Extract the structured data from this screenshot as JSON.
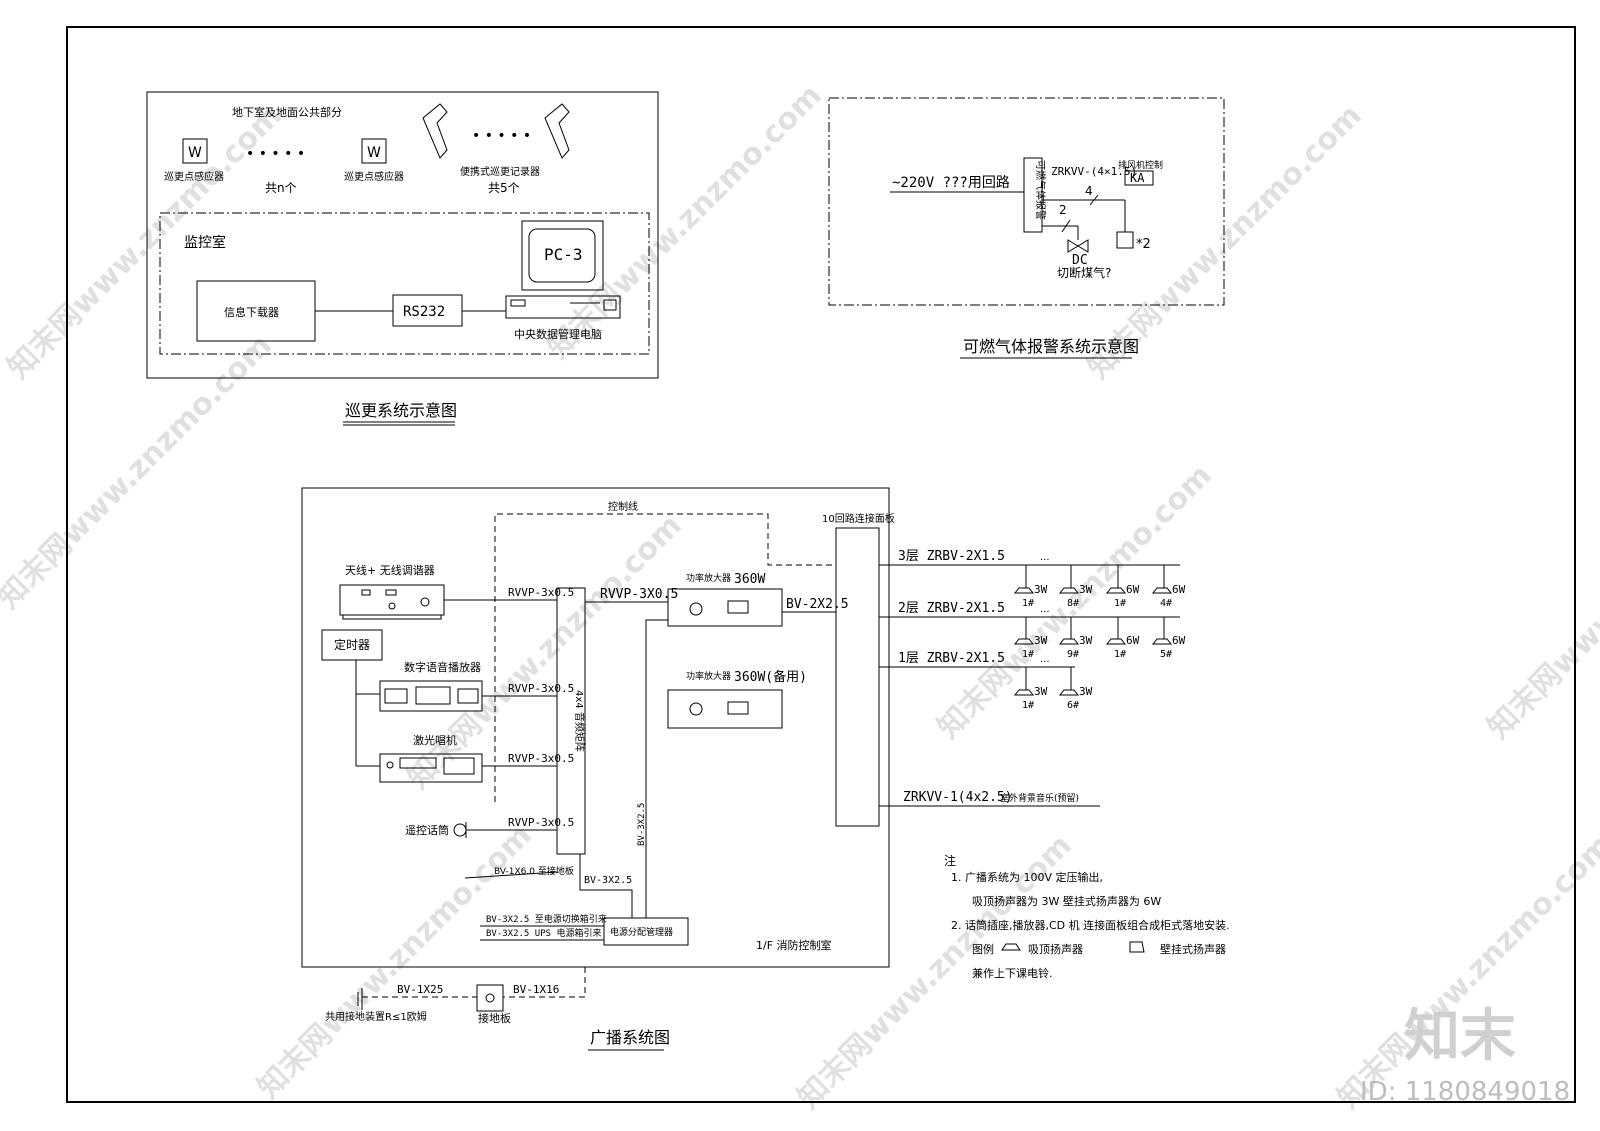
{
  "patrol": {
    "area_title": "地下室及地面公共部分",
    "sensor_label_1": "巡更点感应器",
    "sensor_label_2": "巡更点感应器",
    "sensor_glyph": "W",
    "sensor_count": "共n个",
    "recorder_label": "便携式巡更记录器",
    "recorder_count": "共5个",
    "dots": "• • • • •",
    "monitor_room": "监控室",
    "downloader": "信息下载器",
    "rs232": "RS232",
    "pc_label": "PC-3",
    "central_pc": "中央数据管理电脑",
    "caption": "巡更系统示意图"
  },
  "gas": {
    "supply": "~220V ???用回路",
    "controller": "可燃气体报警",
    "cable": "ZRKVV-(4×1.5)",
    "fan_ctrl": "排风机控制",
    "relay": "KA",
    "wire4": "4",
    "wire2": "2",
    "valve": "DC",
    "cut_gas": "切断煤气?",
    "detector": "*2",
    "caption": "可燃气体报警系统示意图"
  },
  "broadcast": {
    "control_line": "控制线",
    "tuner": "天线+ 无线调谐器",
    "timer": "定时器",
    "digital_player": "数字语音播放器",
    "cd_player": "激光唱机",
    "remote_mic": "遥控话筒",
    "rvvp": "RVVP-3x0.5",
    "rvvp_main": "RVVP-3X0.5",
    "matrix": "4x4 音频矩阵",
    "amp1_name": "功率放大器",
    "amp1_power": "360W",
    "amp2_name": "功率放大器",
    "amp2_power": "360W(备用)",
    "bv_out": "BV-2X2.5",
    "panel": "10回路连接面板",
    "floor3": "3层  ZRBV-2X1.5",
    "floor2": "2层  ZRBV-2X1.5",
    "floor1": "1层  ZRBV-2X1.5",
    "outdoor": "ZRKVV-1(4x2.5)",
    "outdoor_note": "室外背景音乐(预留)",
    "ground_wire": "BV-1X6.0 至接地板",
    "bv3x25": "BV-3X2.5",
    "bv3x25_v": "BV-3X2.5",
    "main_power": "BV-3X2.5 至电源切换箱引来",
    "ups_power": "BV-3X2.5 UPS 电源箱引来",
    "power_mgr": "电源分配管理器",
    "room": "1/F 消防控制室",
    "earth_label": "共用接地装置R≤1欧姆",
    "bv1x25": "BV-1X25",
    "bv1x16": "BV-1X16",
    "earth_board": "接地板",
    "caption": "广播系统图",
    "speakers_row3": [
      {
        "w": "3W",
        "n": "1#"
      },
      {
        "w": "3W",
        "n": "8#"
      },
      {
        "w": "6W",
        "n": "1#"
      },
      {
        "w": "6W",
        "n": "4#"
      }
    ],
    "speakers_row2": [
      {
        "w": "3W",
        "n": "1#"
      },
      {
        "w": "3W",
        "n": "9#"
      },
      {
        "w": "6W",
        "n": "1#"
      },
      {
        "w": "6W",
        "n": "5#"
      }
    ],
    "speakers_row1": [
      {
        "w": "3W",
        "n": "1#"
      },
      {
        "w": "3W",
        "n": "6#"
      }
    ],
    "ellipsis": "···"
  },
  "notes": {
    "title": "注",
    "n1a": "1.  广播系统为 100V  定压输出,",
    "n1b": "吸顶扬声器为 3W      壁挂式扬声器为 6W",
    "n2a": "2.  话筒插座,播放器,CD 机 连接面板组合成柜式落地安装.",
    "n2b_pre": "图例",
    "n2b_ceil": "吸顶扬声器",
    "n2b_wall": "壁挂式扬声器",
    "n2c": "兼作上下课电铃."
  },
  "brand": {
    "logo": "知末",
    "id": "ID: 1180849018",
    "watermark": "知末网www.znzmo.com"
  }
}
